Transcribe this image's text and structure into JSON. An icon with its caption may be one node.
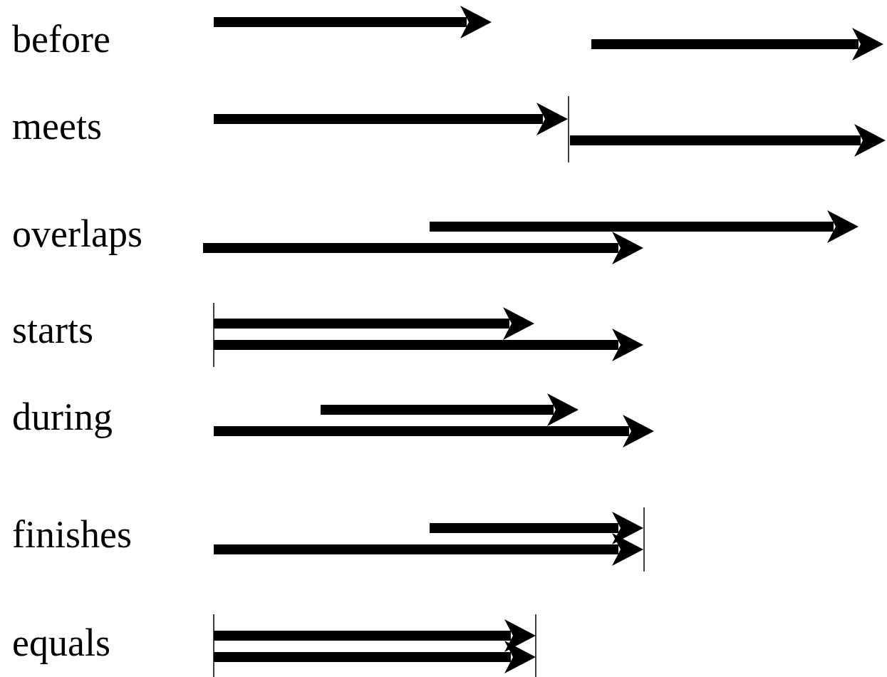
{
  "diagram": {
    "labels": [
      "before",
      "meets",
      "overlaps",
      "starts",
      "during",
      "finishes",
      "equals"
    ]
  }
}
